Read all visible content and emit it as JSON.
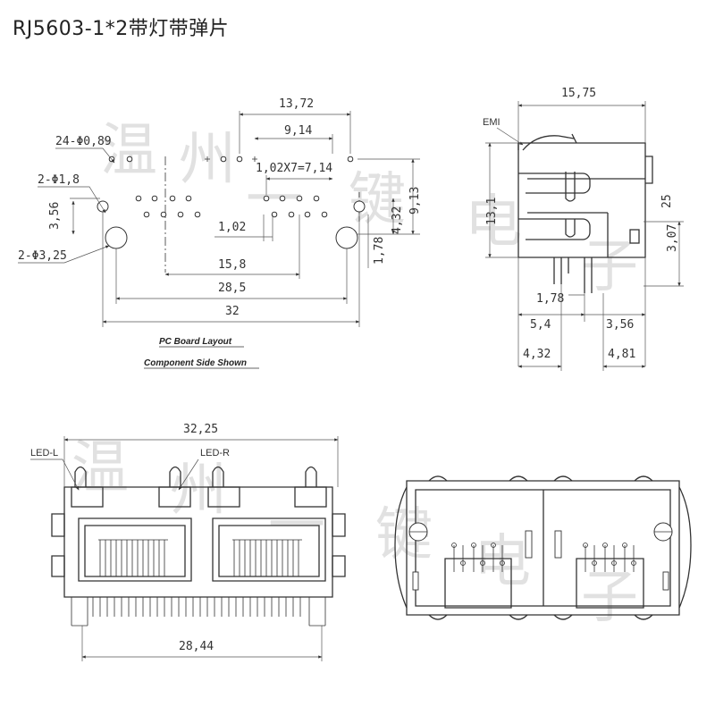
{
  "title": "RJ5603-1*2带灯带弹片",
  "watermark": [
    "温",
    "州",
    "一",
    "键",
    "电",
    "子"
  ],
  "pcb_layout": {
    "caption1": "PC Board Layout",
    "caption2": "Component Side Shown",
    "dims": {
      "d13_72": "13,72",
      "d9_14": "9,14",
      "d24hole": "24-Φ0,89",
      "d2hole18": "2-Φ1,8",
      "d1_02x7": "1,02X7=7,14",
      "d3_56": "3,56",
      "d1_02": "1,02",
      "d4_32": "4,32",
      "d9_13": "9,13",
      "d2hole325": "2-Φ3,25",
      "d1_78": "1,78",
      "d15_8": "15,8",
      "d28_5": "28,5",
      "d32": "32"
    }
  },
  "side_view": {
    "emi": "EMI",
    "dims": {
      "d15_75": "15,75",
      "d13_1": "13,1",
      "d3_07": "3,07",
      "d25": "25",
      "d1_78": "1,78",
      "d5_4": "5,4",
      "d3_56": "3,56",
      "d4_32": "4,32",
      "d4_81": "4,81"
    }
  },
  "front_view": {
    "led_l": "LED-L",
    "led_r": "LED-R",
    "dims": {
      "d32_25": "32,25",
      "d28_44": "28,44"
    }
  }
}
